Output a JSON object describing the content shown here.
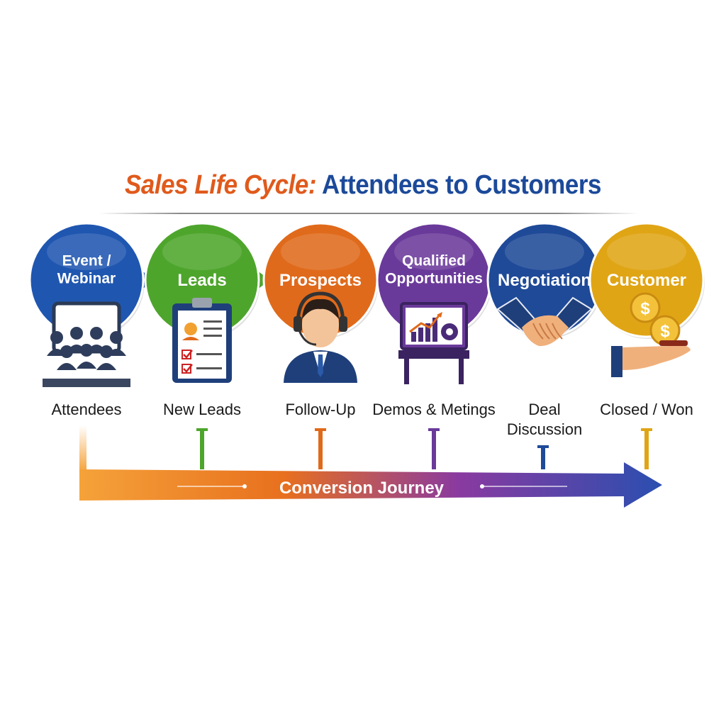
{
  "title": {
    "part1": "Sales Life Cycle:",
    "part2": "Attendees to Customers"
  },
  "stages": [
    {
      "label_lines": [
        "Event /",
        "Webinar"
      ],
      "sub_lines": [
        "Attendees"
      ],
      "color": "#1f56b0",
      "icon": "audience-presentation-icon"
    },
    {
      "label_lines": [
        "Leads"
      ],
      "sub_lines": [
        "New Leads"
      ],
      "color": "#4ea52c",
      "icon": "clipboard-checklist-icon"
    },
    {
      "label_lines": [
        "Prospects"
      ],
      "sub_lines": [
        "Follow-Up"
      ],
      "color": "#e06a1b",
      "icon": "headset-agent-icon"
    },
    {
      "label_lines": [
        "Qualified",
        "Opportunities"
      ],
      "sub_lines": [
        "Demos & Metings"
      ],
      "color": "#6a3a9a",
      "icon": "growth-chart-easel-icon"
    },
    {
      "label_lines": [
        "Negotiation"
      ],
      "sub_lines": [
        "Deal",
        "Discussion"
      ],
      "color": "#1f4a98",
      "icon": "handshake-icon"
    },
    {
      "label_lines": [
        "Customer"
      ],
      "sub_lines": [
        "Closed / Won"
      ],
      "color": "#e0a515",
      "icon": "hand-with-coins-icon"
    }
  ],
  "journey": {
    "label": "Conversion Journey",
    "colors": [
      "#f5a23a",
      "#e8701e",
      "#8a3aa0",
      "#2a4fb0"
    ]
  }
}
